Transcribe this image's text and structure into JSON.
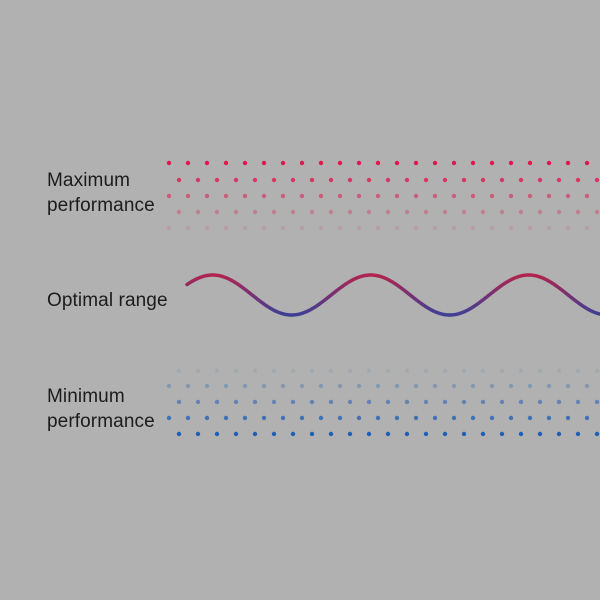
{
  "labels": {
    "maximum": [
      "Maximum",
      "performance"
    ],
    "optimal": "Optimal range",
    "minimum": [
      "Minimum",
      "performance"
    ]
  },
  "colors": {
    "background": "#b1b1b1",
    "maximum_dots": "#e0164e",
    "minimum_dots": "#1f5fb5",
    "wave_high": "#b0244f",
    "wave_low": "#3e3f95"
  }
}
